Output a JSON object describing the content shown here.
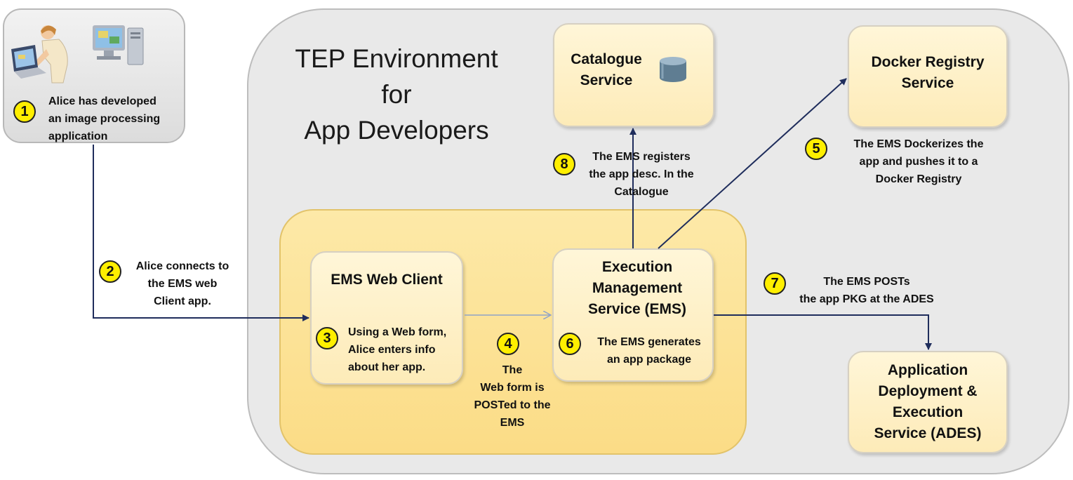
{
  "environment": {
    "title_lines": [
      "TEP Environment",
      "for",
      "App Developers"
    ]
  },
  "alice": {
    "step": "1",
    "caption_lines": [
      "Alice has developed",
      "an image processing",
      "application"
    ]
  },
  "services": {
    "catalogue": {
      "title_lines": [
        "Catalogue",
        "Service"
      ]
    },
    "docker": {
      "title_lines": [
        "Docker Registry",
        "Service"
      ]
    },
    "ems_client": {
      "title": "EMS Web Client"
    },
    "ems": {
      "title_lines": [
        "Execution",
        "Management",
        "Service (EMS)"
      ]
    },
    "ades": {
      "title_lines": [
        "Application",
        "Deployment &",
        "Execution",
        "Service (ADES)"
      ]
    }
  },
  "steps": {
    "s2": {
      "num": "2",
      "lines": [
        "Alice connects to",
        "the EMS web",
        "Client app."
      ]
    },
    "s3": {
      "num": "3",
      "lines": [
        "Using a Web form,",
        "Alice enters info",
        "about her app."
      ]
    },
    "s4": {
      "num": "4",
      "lines": [
        "The",
        "Web form is",
        "POSTed to the",
        "EMS"
      ]
    },
    "s5": {
      "num": "5",
      "lines": [
        "The EMS Dockerizes the",
        "app and pushes it to a",
        "Docker Registry"
      ]
    },
    "s6": {
      "num": "6",
      "lines": [
        "The EMS generates",
        "an app package"
      ]
    },
    "s7": {
      "num": "7",
      "lines": [
        "The EMS POSTs",
        "the app PKG at the ADES"
      ]
    },
    "s8": {
      "num": "8",
      "lines": [
        "The EMS registers",
        "the app desc. In the",
        "Catalogue"
      ]
    }
  },
  "colors": {
    "arrow": "#1f2d5c",
    "arrow_light": "#8fa3c8",
    "badge": "#ffef00",
    "inner_fill": "#fbdc86",
    "env_fill": "#e9e9e9"
  },
  "icons": [
    "woman-at-laptop-icon",
    "desktop-computer-icon",
    "database-cylinder-icon"
  ]
}
